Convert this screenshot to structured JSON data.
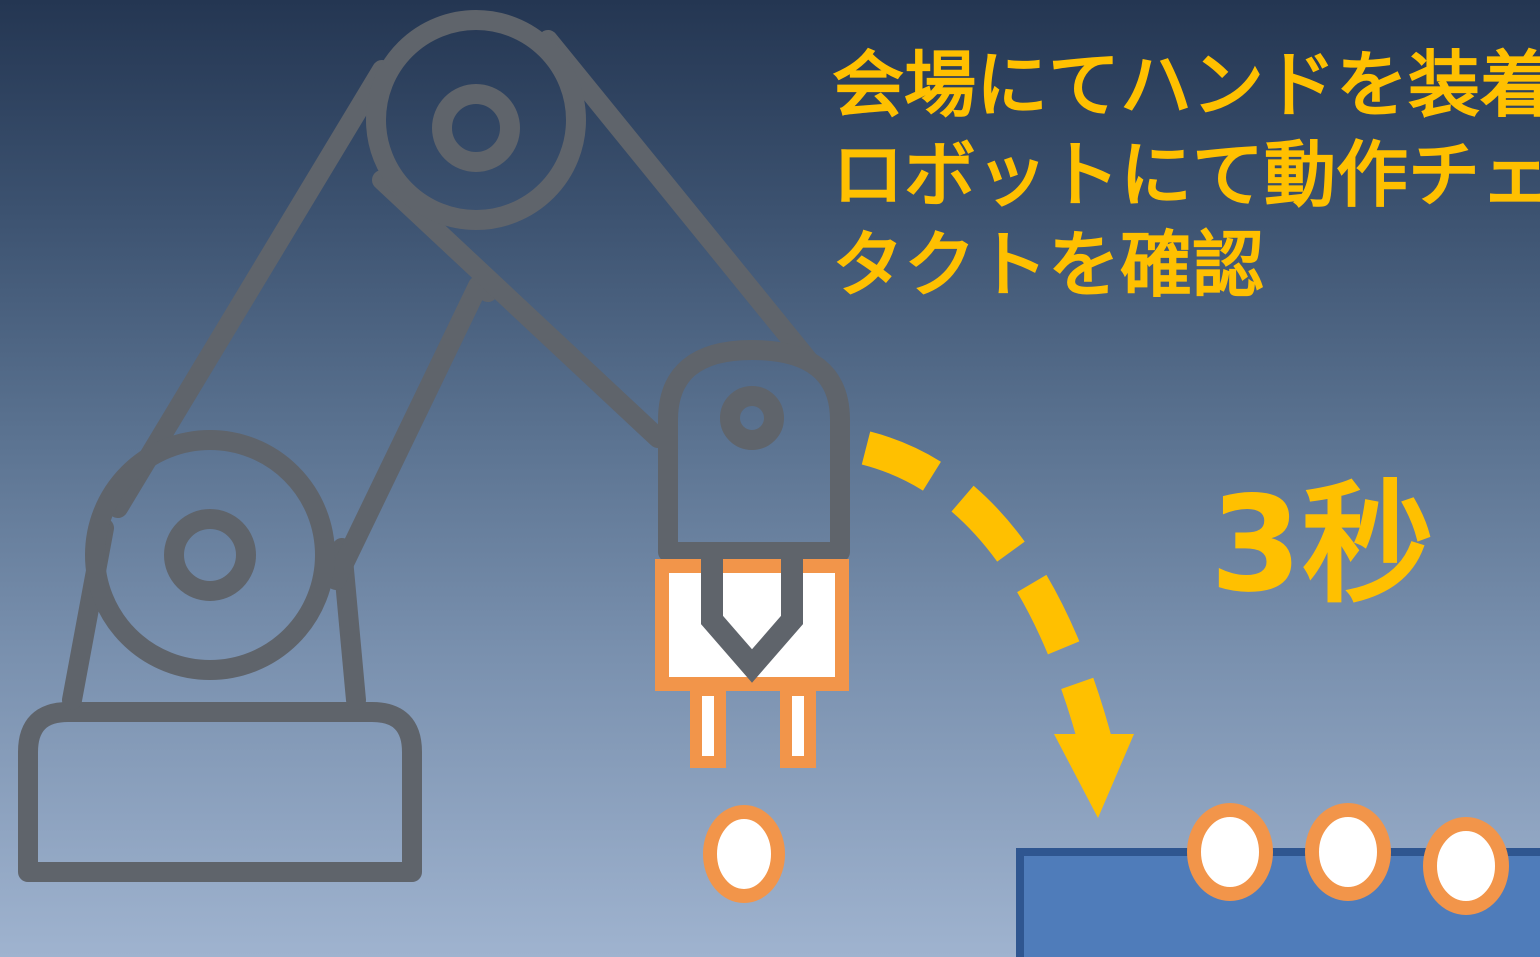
{
  "caption": {
    "lines": [
      "会場にてハンドを装着",
      "ロボットにて動作チェ",
      "タクトを確認"
    ]
  },
  "cycle_time_label": "3秒",
  "colors": {
    "robot_outline": "#5f646b",
    "gripper_outline": "#f2954a",
    "accent_yellow": "#ffc000",
    "conveyor_fill": "#4f7cba",
    "conveyor_border": "#2f5690",
    "workpiece_fill": "#ffffff"
  },
  "icons": [
    "robot-arm-icon",
    "gripper-icon",
    "dashed-arrow-icon",
    "conveyor-icon",
    "workpiece-icon"
  ],
  "conveyor_item_count": 3
}
